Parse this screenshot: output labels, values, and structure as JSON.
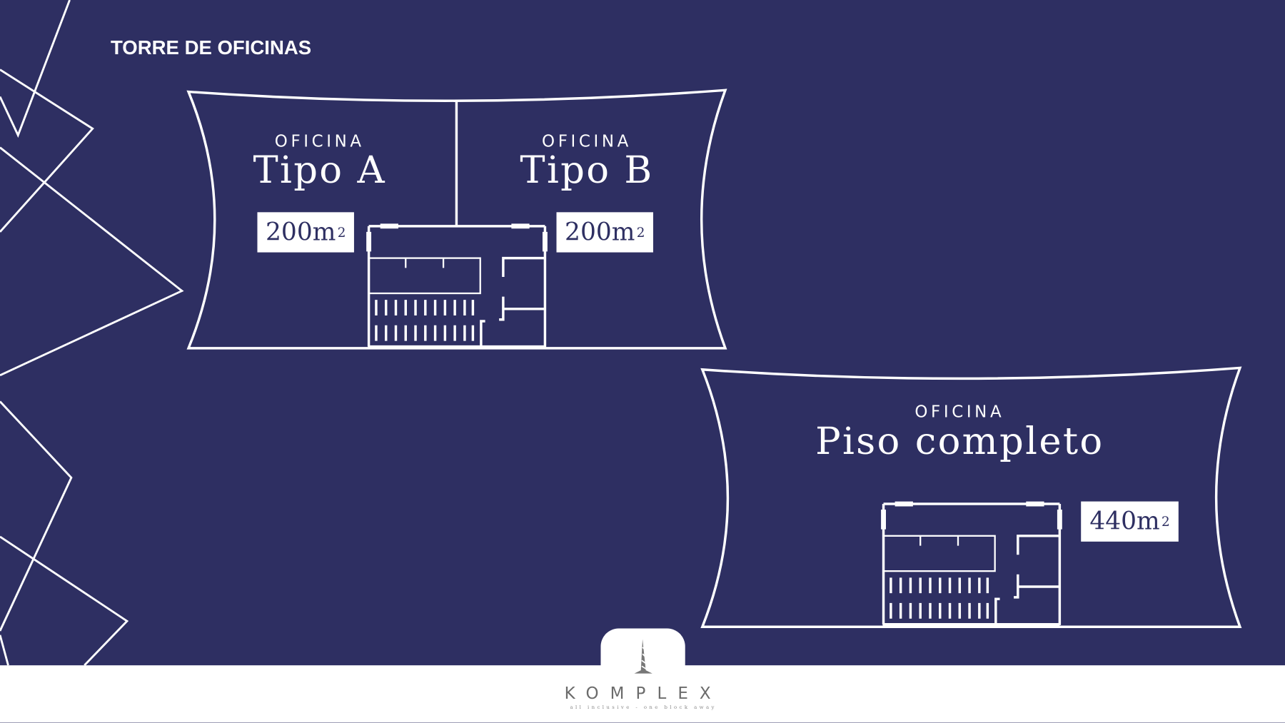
{
  "header": {
    "title": "TORRE DE OFICINAS"
  },
  "offices": [
    {
      "kicker": "OFICINA",
      "name": "Tipo A",
      "area": "200m",
      "unit_sup": "2"
    },
    {
      "kicker": "OFICINA",
      "name": "Tipo B",
      "area": "200m",
      "unit_sup": "2"
    },
    {
      "kicker": "OFICINA",
      "name": "Piso completo",
      "area": "440m",
      "unit_sup": "2"
    }
  ],
  "footer": {
    "brand": "KOMPLEX",
    "tagline": "all inclusive - one block away"
  },
  "colors": {
    "background": "#2e2f62",
    "lines": "#ffffff",
    "footer": "#ffffff"
  }
}
